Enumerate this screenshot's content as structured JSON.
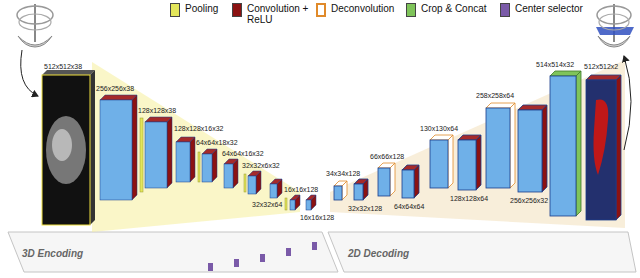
{
  "diagram": {
    "labels": [
      "512x512x38",
      "256x256x38",
      "128x128x38",
      "128x128x16x32",
      "64x64x18x32",
      "64x64x16x32",
      "32x32x6x32",
      "32x32x64",
      "16x16x128",
      "16x16x128",
      "34x34x128",
      "32x32x128",
      "66x66x128",
      "64x64x64",
      "130x130x64",
      "128x128x64",
      "258x258x64",
      "256x256x32",
      "514x514x32",
      "512x512x2",
      "3D Encoding",
      "2D Decoding"
    ],
    "legend": [
      {
        "text": "Pooling",
        "color": "#e3e65a"
      },
      {
        "text": "Convolution + ReLU",
        "color": "#8b1212"
      },
      {
        "text": "Deconvolution"
      },
      {
        "text": "Crop & Concat",
        "color": "#7fc45a"
      },
      {
        "text": "Center selector",
        "color": "#7a5aa8"
      }
    ]
  }
}
